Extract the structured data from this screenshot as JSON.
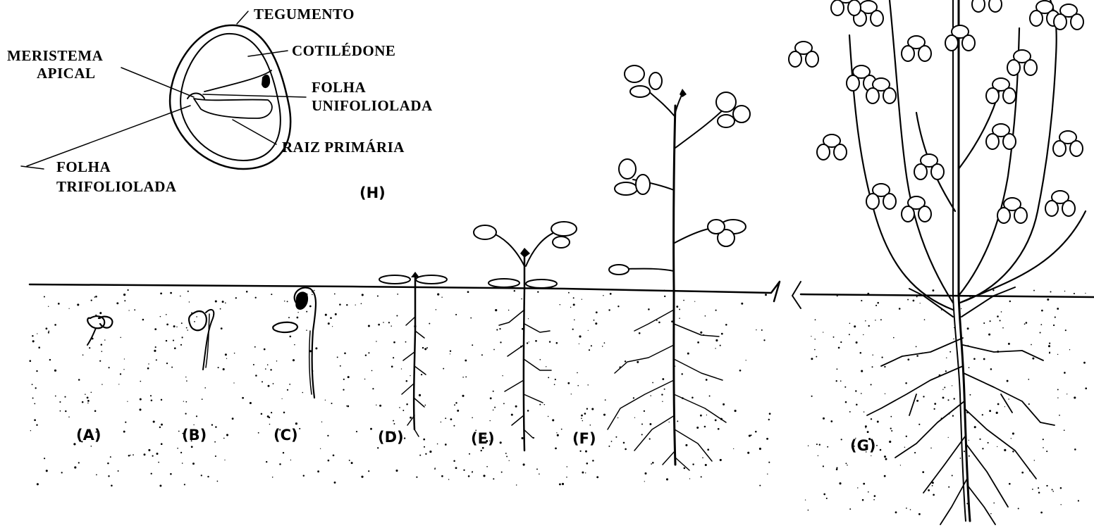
{
  "seed_labels": {
    "tegumento": "TEGUMENTO",
    "cotiledone": "COTILÉDONE",
    "meristema_line1": "MERISTEMA",
    "meristema_line2": "APICAL",
    "folha_uni_line1": "FOLHA",
    "folha_uni_line2": "UNIFOLIOLADA",
    "raiz_primaria": "RAIZ PRIMÁRIA",
    "folha_tri_line1": "FOLHA",
    "folha_tri_line2": "TRIFOLIOLADA"
  },
  "stages": {
    "h": "(H)",
    "a": "(A)",
    "b": "(B)",
    "c": "(C)",
    "d": "(D)",
    "e": "(E)",
    "f": "(F)",
    "g": "(G)"
  },
  "colors": {
    "ink": "#000000",
    "background": "#ffffff"
  }
}
